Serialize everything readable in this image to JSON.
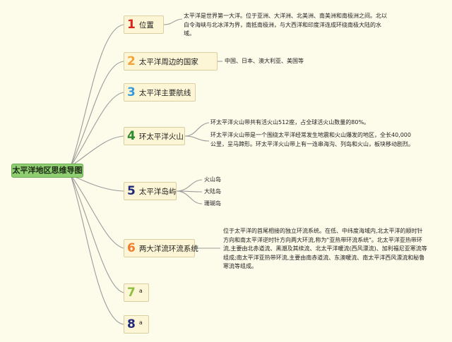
{
  "root": {
    "label": "太平洋地区思维导图"
  },
  "colors": {
    "1": "#d9261c",
    "2": "#f2a33a",
    "3": "#3a9ad9",
    "4": "#2e8b2e",
    "5": "#1f2a7a",
    "6": "#ef7d2d",
    "7": "#8cbf3f",
    "8": "#1f2a7a",
    "branch": "#9c9c9c"
  },
  "branches": [
    {
      "num": "1",
      "label": "位置"
    },
    {
      "num": "2",
      "label": "太平洋周边的国家"
    },
    {
      "num": "3",
      "label": "太平洋主要航线"
    },
    {
      "num": "4",
      "label": "环太平洋火山"
    },
    {
      "num": "5",
      "label": "太平洋岛屿"
    },
    {
      "num": "6",
      "label": "两大洋流环流系统"
    },
    {
      "num": "7",
      "label": "a"
    },
    {
      "num": "8",
      "label": "a"
    }
  ],
  "details": {
    "b1": "太平洋是世界第一大洋。位于亚洲、大洋洲、北美洲、南美洲和南极洲之间。北以白令海峡与北冰洋为界，南抵南极洲，与大西洋和印度洋连成环绕南极大陆的水域。",
    "b2": "中国、日本、澳大利亚、美国等",
    "b4a": "环太平洋火山带共有活火山512座，占全球活火山数量的80%。",
    "b4b": "环太平洋火山带是一个围绕太平洋经常发生地震和火山爆发的地区，全长40,000公里，呈马蹄形。环太平洋火山带上有一连串海沟、列岛和火山，板块移动剧烈。",
    "b5": [
      "火山岛",
      "大陆岛",
      "珊瑚岛"
    ],
    "b6": "位于太平洋的首尾相接的独立环流系统。在低、中纬度海域内,北太平洋的顺时针方向和南太平洋逆时针方向两大环流,称为\"亚热带环流系统\"。北太平洋亚热带环流,主要由北赤道流、黑潮及其续流、北太平洋暖流(西风漂流)、加利福尼亚寒流等组成;南太平洋亚热带环流,主要由南赤道流、东澳暖流、南太平洋西风漂流和秘鲁寒流等组成。"
  }
}
